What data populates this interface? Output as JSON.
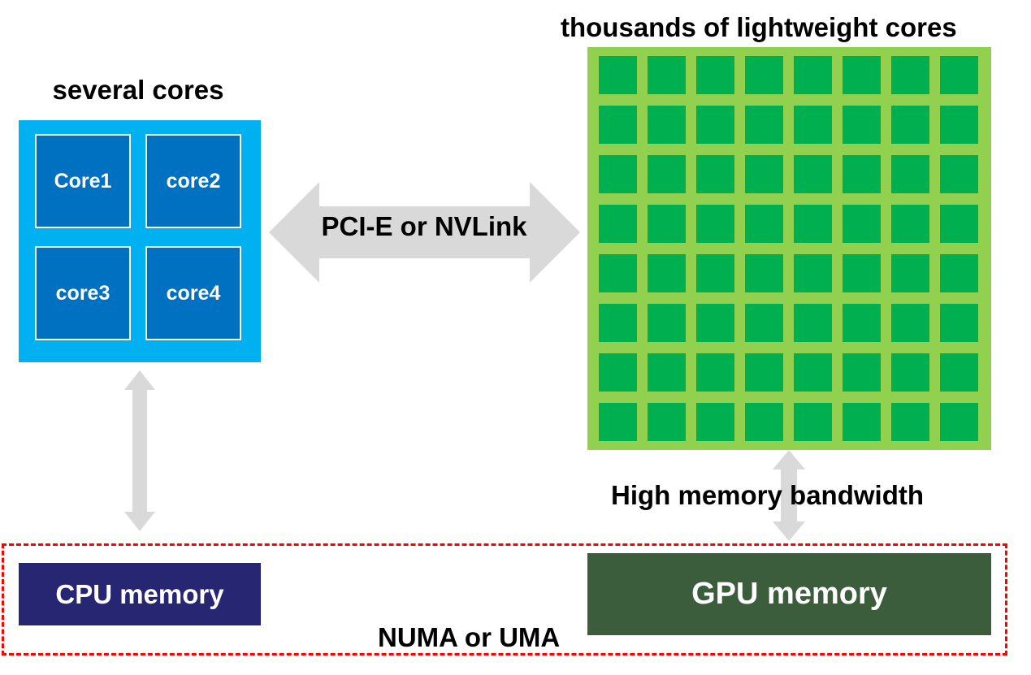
{
  "cpu": {
    "title": "several cores",
    "cores": [
      "Core1",
      "core2",
      "core3",
      "core4"
    ]
  },
  "gpu": {
    "title": "thousands of lightweight cores",
    "core_rows": 8,
    "core_cols": 8
  },
  "interconnect": {
    "label": "PCI-E or NVLink"
  },
  "gpu_memory_link": {
    "label": "High memory bandwidth"
  },
  "memory": {
    "cpu_label": "CPU memory",
    "gpu_label": "GPU memory",
    "shared_label": "NUMA or UMA"
  },
  "colors": {
    "cpu_block": "#00b0f0",
    "cpu_core": "#0070c0",
    "gpu_block": "#92d050",
    "gpu_core": "#00b050",
    "cpu_memory": "#262673",
    "gpu_memory": "#3b5d3b",
    "arrow": "#d9d9d9",
    "numa_border": "#ff0000"
  }
}
